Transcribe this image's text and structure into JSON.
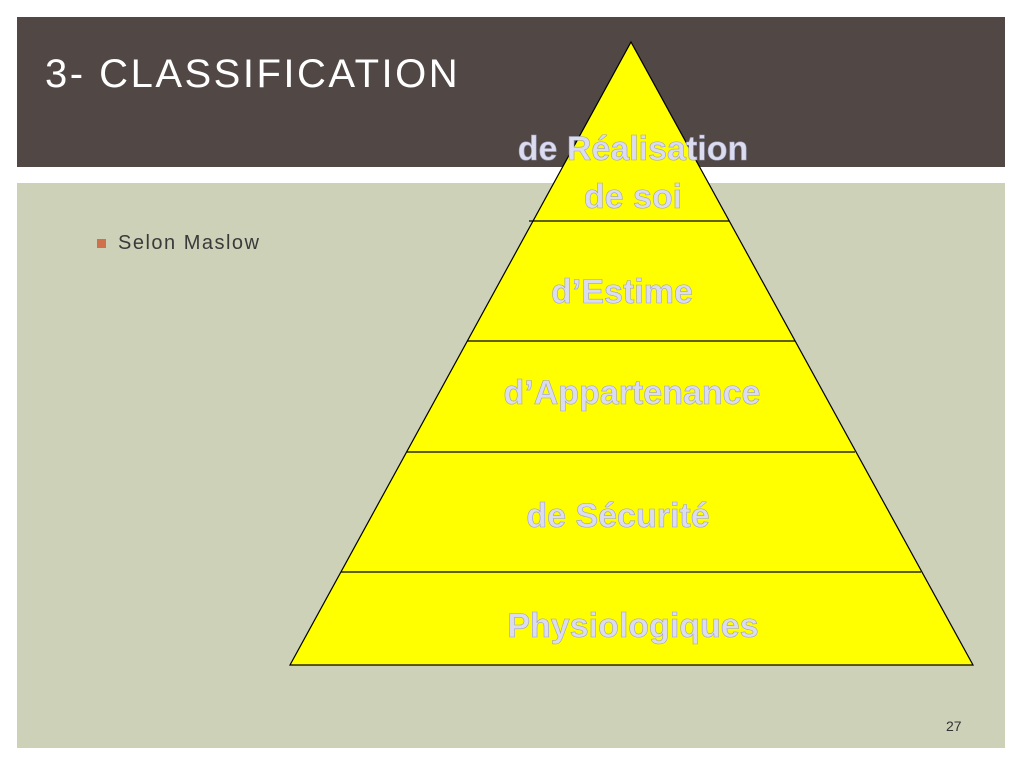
{
  "slide": {
    "title": "3- CLASSIFICATION",
    "bullet": "Selon Maslow",
    "page_number": "27"
  },
  "pyramid": {
    "levels": [
      {
        "label_lines": [
          "de Réalisation",
          "de soi"
        ]
      },
      {
        "label_lines": [
          "d’Estime"
        ]
      },
      {
        "label_lines": [
          "d’Appartenance"
        ]
      },
      {
        "label_lines": [
          "de Sécurité"
        ]
      },
      {
        "label_lines": [
          "Physiologiques"
        ]
      }
    ]
  },
  "colors": {
    "title_bar": "#514846",
    "content_bg": "#cdd1b8",
    "pyramid_fill": "#ffff00",
    "bullet_marker": "#d0714d",
    "level_text": "#dcdcf0"
  }
}
